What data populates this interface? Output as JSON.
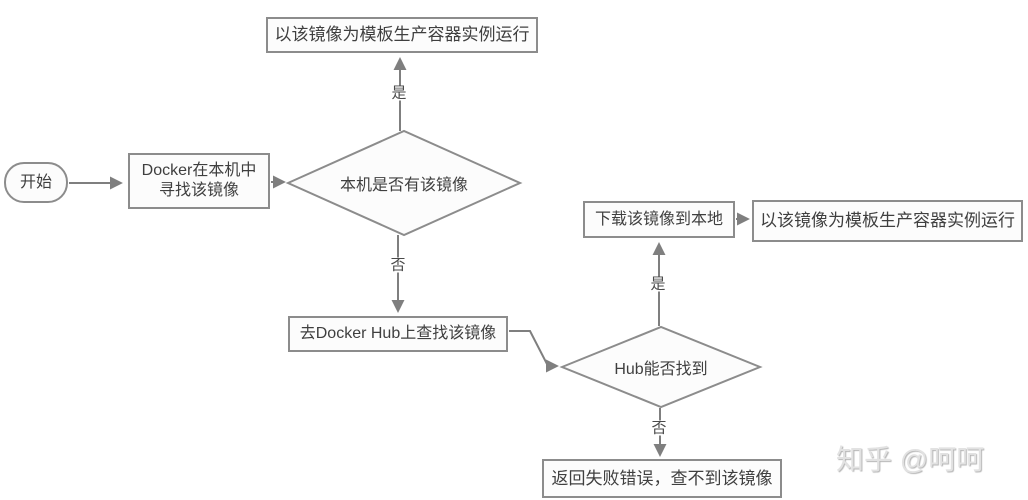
{
  "diagram": {
    "title_hint": "Docker image lookup flowchart",
    "nodes": {
      "start": {
        "label": "开始",
        "shape": "stadium"
      },
      "find_local": {
        "label": "Docker在本机中\n寻找该镜像",
        "shape": "rect"
      },
      "has_local": {
        "label": "本机是否有该镜像",
        "shape": "diamond"
      },
      "run_container_top": {
        "label": "以该镜像为模板生产容器实例运行",
        "shape": "rect"
      },
      "search_hub": {
        "label": "去Docker Hub上查找该镜像",
        "shape": "rect"
      },
      "hub_found": {
        "label": "Hub能否找到",
        "shape": "diamond"
      },
      "download": {
        "label": "下载该镜像到本地",
        "shape": "rect"
      },
      "run_container_right": {
        "label": "以该镜像为模板生产容器实例运行",
        "shape": "rect"
      },
      "fail": {
        "label": "返回失败错误，查不到该镜像",
        "shape": "rect"
      }
    },
    "edge_labels": {
      "yes1": "是",
      "no1": "否",
      "yes2": "是",
      "no2": "否"
    },
    "edges": [
      "start -> find_local",
      "find_local -> has_local",
      "has_local -(是)-> run_container_top",
      "has_local -(否)-> search_hub",
      "search_hub -> hub_found",
      "hub_found -(是)-> download",
      "download -> run_container_right",
      "hub_found -(否)-> fail"
    ],
    "colors": {
      "node_fill": "#fcfcfc",
      "node_border": "#8c8c8c",
      "text": "#3f3f3f",
      "arrow": "#7f7f7f",
      "watermark": "#e2e2e2"
    }
  },
  "watermark": {
    "text": "知乎 @呵呵"
  }
}
